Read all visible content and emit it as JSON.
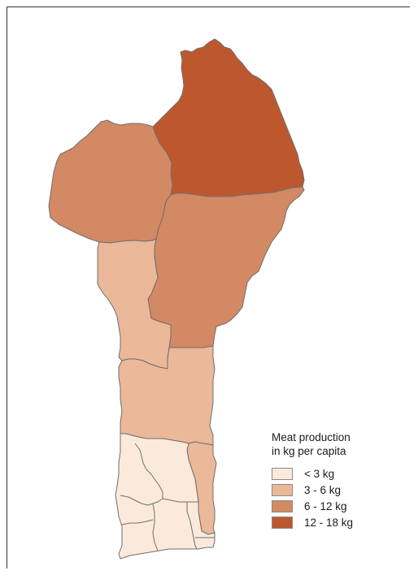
{
  "legend": {
    "title_line1": "Meat production",
    "title_line2": "in kg per capita",
    "classes": [
      {
        "label": "< 3 kg",
        "color": "#fbeadb"
      },
      {
        "label": "3 - 6 kg",
        "color": "#ebb899"
      },
      {
        "label": "6 - 12 kg",
        "color": "#d38963"
      },
      {
        "label": "12 - 18 kg",
        "color": "#bd572e"
      }
    ]
  }
}
